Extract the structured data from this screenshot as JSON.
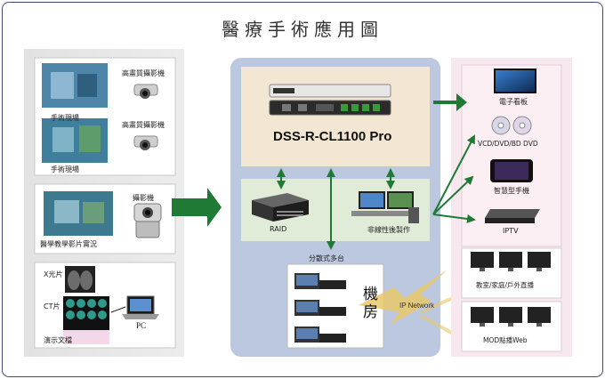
{
  "title": "醫療手術應用圖",
  "sources": {
    "surgery1_label": "手術現場",
    "camera1_label": "高畫質攝影機",
    "surgery2_label": "手術現場",
    "camera2_label": "高畫質攝影機",
    "camera3_label": "攝影機",
    "teaching_label": "醫學教學影片實況",
    "xray_label": "X光片",
    "ct_label": "CT片",
    "demo_label": "演示文檔",
    "pc_label": "PC"
  },
  "core": {
    "device_name": "DSS-R-CL1100 Pro",
    "raid_label": "RAID",
    "editing_label": "非線性後製作",
    "distributed_label": "分散式多台",
    "room_label": "機房"
  },
  "network_label": "IP Network",
  "outputs": {
    "signage_label": "電子看板",
    "vcd_label": "VCD/DVD/BD DVD",
    "phone_label": "智慧型手機",
    "iptv_label": "IPTV",
    "classroom_label": "教室/家庭/戶外直播",
    "mod_label": "MOD點播Web"
  },
  "colors": {
    "left_panel": "#e8e8e8",
    "center_panel": "#bcc8e0",
    "right_panel": "#f4e4ea",
    "arrow_green": "#1f7a35",
    "device_box": "#f3e7d3",
    "mid_box": "#e0ecd8"
  }
}
